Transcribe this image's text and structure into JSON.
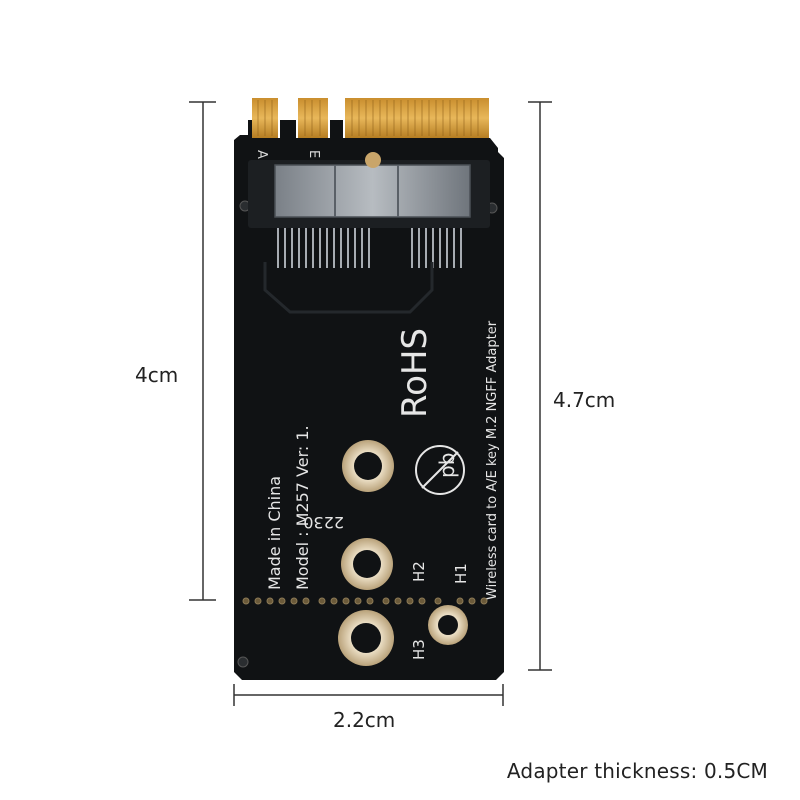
{
  "product": {
    "silk": {
      "key_a": "A",
      "key_e": "E",
      "made_in": "Made in China",
      "model": "Model : M257 Ver: 1.",
      "size_code": "2230",
      "h1": "H1",
      "h2": "H2",
      "h3": "H3",
      "rohs": "RoHS",
      "pb": "pb",
      "adapter_line1": "Wireless card to A/E key M.2 NGFF Adapter"
    },
    "colors": {
      "pcb": "#101214",
      "gold": "#d9a441",
      "pad": "#cdbb9a",
      "connector": "#8f959c"
    }
  },
  "dimensions": {
    "height_inner": "4cm",
    "height_full": "4.7cm",
    "width": "2.2cm"
  },
  "caption": "Adapter thickness: 0.5CM"
}
